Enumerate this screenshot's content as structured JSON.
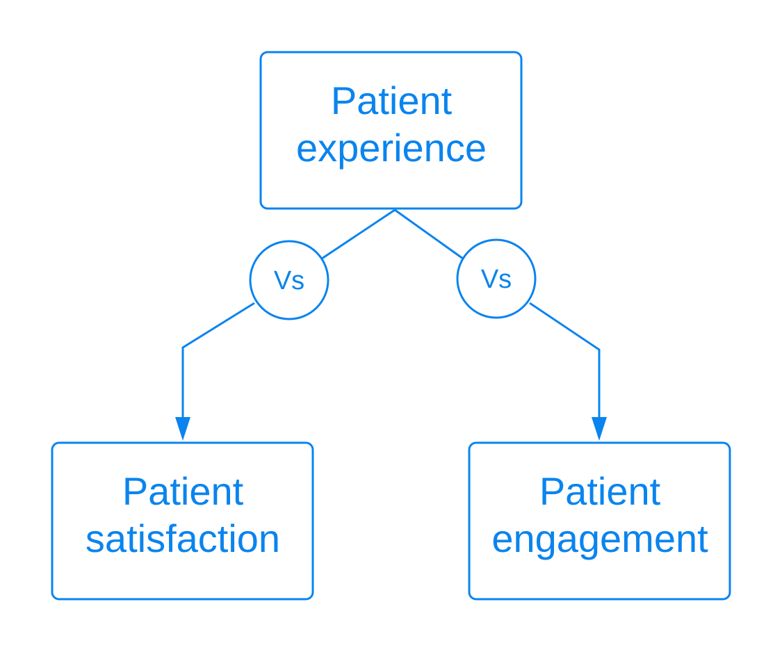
{
  "colors": {
    "accent": "#0A84EE",
    "background": "#FFFFFF"
  },
  "diagram": {
    "top_node": {
      "line1": "Patient",
      "line2": "experience"
    },
    "connector_left": {
      "label": "Vs"
    },
    "connector_right": {
      "label": "Vs"
    },
    "left_node": {
      "line1": "Patient",
      "line2": "satisfaction"
    },
    "right_node": {
      "line1": "Patient",
      "line2": "engagement"
    }
  }
}
